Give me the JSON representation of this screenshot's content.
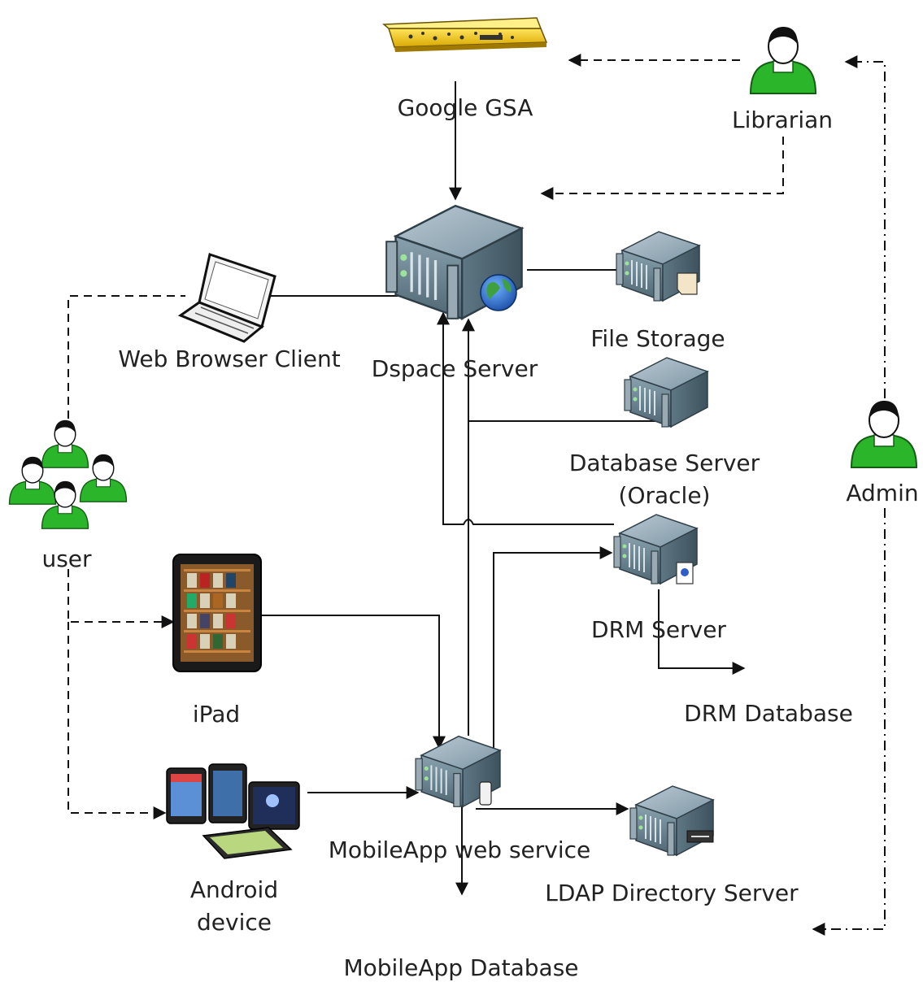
{
  "labels": {
    "google_gsa": "Google GSA",
    "librarian": "Librarian",
    "dspace_server": "Dspace Server",
    "file_storage": "File Storage",
    "web_browser_client": "Web Browser Client",
    "database_server_line1": "Database Server",
    "database_server_line2": "(Oracle)",
    "admin": "Admin",
    "user": "user",
    "drm_server": "DRM Server",
    "drm_database": "DRM Database",
    "ipad": "iPad",
    "mobileapp_web_service": "MobileApp web service",
    "android_line1": "Android",
    "android_line2": "device",
    "ldap_directory_server": "LDAP Directory Server",
    "mobileapp_database": "MobileApp Database"
  },
  "colors": {
    "person_green": "#2bb52b",
    "server_body": "#6f8a9a",
    "gsa_yellow": "#f2cc1a",
    "connector": "#111111"
  },
  "icons": [
    "google-gsa-appliance-icon",
    "librarian-person-icon",
    "admin-person-icon",
    "user-group-icon",
    "dspace-server-icon",
    "globe-icon",
    "file-storage-server-icon",
    "database-server-icon",
    "drm-server-icon",
    "ldap-server-icon",
    "mobileapp-server-icon",
    "drm-database-cylinder-icon",
    "mobileapp-database-cylinder-icon",
    "laptop-icon",
    "ipad-icon",
    "android-devices-icon"
  ]
}
